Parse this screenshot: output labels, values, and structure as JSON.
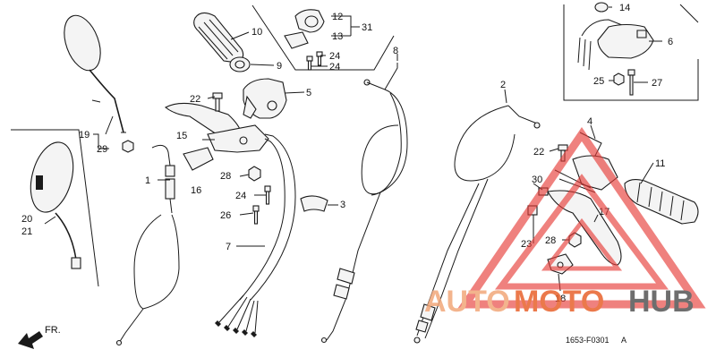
{
  "callouts": {
    "c1": "1",
    "c2": "2",
    "c3": "3",
    "c4": "4",
    "c5": "5",
    "c6": "6",
    "c7": "7",
    "c8": "8",
    "c9": "9",
    "c10": "10",
    "c11": "11",
    "c12": "12",
    "c13": "13",
    "c14": "14",
    "c15": "15",
    "c16": "16",
    "c17": "17",
    "c18": "18",
    "c19": "19",
    "c20": "20",
    "c21": "21",
    "c22a": "22",
    "c22b": "22",
    "c23": "23",
    "c24a": "24",
    "c24b": "24",
    "c24c": "24",
    "c25": "25",
    "c26": "26",
    "c27": "27",
    "c28a": "28",
    "c28b": "28",
    "c29": "29",
    "c30": "30",
    "c31": "31"
  },
  "front_label": "FR.",
  "diagram_code": "1653-F0301",
  "diagram_variant": "A",
  "watermark": {
    "part1": "AUTO",
    "part2": "MOTO",
    "part3": "HUB",
    "color1": "#f2a77a",
    "color2": "#e8622c",
    "color3": "#555555",
    "triangle_color": "#e53935"
  }
}
